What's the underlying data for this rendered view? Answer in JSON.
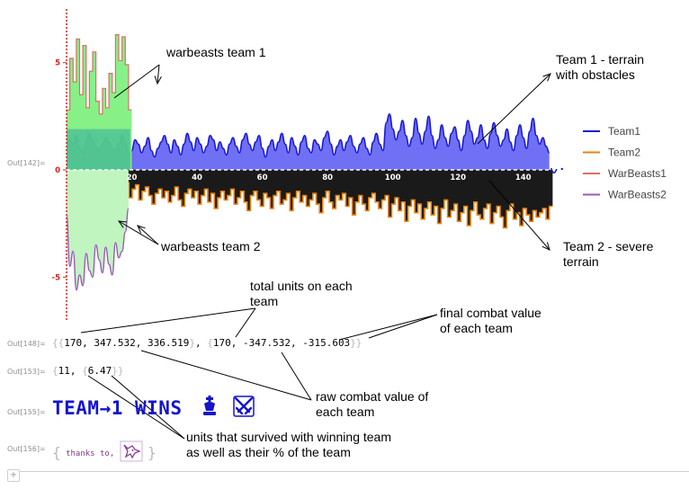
{
  "out_labels": [
    "Out[142]=",
    "Out[148]=",
    "Out[153]=",
    "Out[155]=",
    "Out[156]="
  ],
  "out148": {
    "group1": [
      "170",
      "347.532",
      "336.519"
    ],
    "group2": [
      "170",
      "-347.532",
      "-315.603"
    ]
  },
  "out153": {
    "count": "11",
    "percent": "6.47"
  },
  "out155": {
    "text": "TEAM→1 WINS"
  },
  "out156": {
    "text": "thanks to,"
  },
  "annotations": {
    "warbeasts1": "warbeasts team 1",
    "team1_terrain": [
      "Team 1 - terrain",
      "with obstacles"
    ],
    "warbeasts2": "warbeasts team 2",
    "team2_terrain": [
      "Team 2 - severe",
      "terrain"
    ],
    "total_units": [
      "total units on each",
      "team"
    ],
    "final_combat": [
      "final combat value",
      "of each team"
    ],
    "raw_combat": [
      "raw combat value of",
      "each team"
    ],
    "survived": [
      "units that survived with winning team",
      "as well as their % of the team"
    ]
  },
  "colors": {
    "team1": "#1a1ad6",
    "team2": "#e8830a",
    "warbeasts1": "#e46a6a",
    "warbeasts2": "#9b59b6",
    "team1_fill": "#7070f5",
    "team2_fill": "#1a1a1a",
    "wb1_fill": "#7df07d",
    "wb2_fill": "#c0f5c0",
    "wins_text": "#1414cc"
  },
  "chart_data": {
    "type": "area",
    "xlim": [
      0,
      150
    ],
    "ylim": [
      -7,
      7.5
    ],
    "x_ticks": [
      20,
      40,
      60,
      80,
      100,
      120,
      140
    ],
    "y_ticks": [
      5,
      0,
      -5
    ],
    "legend_position": "right",
    "grid": false,
    "series": [
      {
        "name": "Team1",
        "x_range": [
          0,
          148
        ],
        "baseline": 0,
        "values": [
          1.1,
          1.4,
          1.2,
          1.6,
          1.0,
          0.8,
          1.3,
          1.7,
          1.4,
          1.1,
          0.9,
          1.2,
          1.5,
          1.3,
          1.0,
          0.9,
          1.2,
          1.6,
          1.3,
          0.7,
          0.9,
          1.4,
          1.2,
          0.8,
          1.1,
          1.5,
          0.9,
          0.6,
          1.0,
          1.3,
          1.6,
          1.2,
          0.8,
          1.4,
          1.1,
          0.7,
          1.2,
          1.7,
          1.3,
          0.9,
          1.5,
          1.2,
          0.8,
          1.1,
          1.6,
          1.4,
          0.9,
          1.3,
          1.0,
          0.7,
          1.2,
          1.5,
          1.1,
          0.8,
          1.4,
          1.7,
          1.2,
          0.9,
          1.3,
          1.6,
          1.0,
          0.6,
          1.1,
          1.4,
          0.9,
          1.3,
          1.7,
          1.2,
          0.8,
          1.5,
          1.1,
          0.7,
          1.3,
          1.6,
          1.0,
          0.8,
          1.4,
          1.2,
          0.9,
          1.5,
          1.8,
          1.2,
          0.7,
          1.1,
          1.4,
          0.9,
          1.3,
          1.6,
          1.1,
          0.8,
          1.2,
          1.5,
          1.0,
          0.7,
          1.3,
          1.7,
          1.2,
          0.9,
          2.2,
          2.6,
          1.9,
          1.4,
          1.8,
          2.3,
          1.6,
          1.1,
          1.5,
          2.4,
          1.7,
          1.2,
          1.8,
          2.5,
          1.6,
          1.0,
          1.4,
          2.1,
          1.5,
          1.1,
          1.7,
          2.0,
          1.4,
          0.9,
          1.6,
          2.3,
          1.8,
          1.2,
          1.5,
          2.1,
          1.4,
          1.0,
          1.7,
          2.2,
          1.6,
          1.1,
          1.4,
          1.9,
          1.3,
          0.9,
          1.6,
          2.1,
          1.5,
          1.0,
          1.8,
          2.4,
          1.6,
          1.2,
          1.5,
          1.1,
          0.8
        ]
      },
      {
        "name": "Team2",
        "x_range": [
          0,
          148
        ],
        "baseline": 0,
        "step": true,
        "values": [
          -0.4,
          -0.7,
          -0.5,
          -0.9,
          -0.6,
          -0.4,
          -0.8,
          -1.0,
          -0.7,
          -0.5,
          -0.9,
          -1.2,
          -0.8,
          -0.6,
          -1.0,
          -0.7,
          -1.1,
          -0.9,
          -0.6,
          -1.3,
          -0.9,
          -0.7,
          -1.4,
          -1.0,
          -0.8,
          -1.2,
          -1.6,
          -1.1,
          -0.9,
          -1.3,
          -1.0,
          -1.5,
          -1.2,
          -0.8,
          -1.4,
          -1.7,
          -1.1,
          -0.9,
          -1.3,
          -1.0,
          -1.6,
          -1.2,
          -0.9,
          -1.5,
          -1.1,
          -1.8,
          -1.3,
          -1.0,
          -1.4,
          -1.2,
          -0.9,
          -1.6,
          -1.3,
          -1.0,
          -1.5,
          -1.9,
          -1.2,
          -1.0,
          -1.4,
          -1.7,
          -1.1,
          -1.3,
          -1.8,
          -1.2,
          -1.0,
          -1.6,
          -1.4,
          -1.1,
          -1.9,
          -1.3,
          -1.0,
          -1.5,
          -1.2,
          -1.7,
          -1.4,
          -1.1,
          -1.6,
          -2.0,
          -1.3,
          -1.0,
          -1.5,
          -1.8,
          -1.2,
          -1.4,
          -1.1,
          -1.7,
          -1.3,
          -2.1,
          -1.5,
          -1.2,
          -1.6,
          -1.9,
          -1.3,
          -1.1,
          -1.5,
          -1.8,
          -1.4,
          -1.2,
          -2.2,
          -1.6,
          -1.3,
          -1.9,
          -1.5,
          -2.4,
          -1.7,
          -1.4,
          -2.0,
          -1.6,
          -2.3,
          -1.8,
          -1.5,
          -2.1,
          -1.7,
          -2.5,
          -1.8,
          -1.4,
          -2.2,
          -1.9,
          -1.6,
          -2.4,
          -2.0,
          -1.7,
          -2.6,
          -1.9,
          -1.5,
          -2.1,
          -2.3,
          -1.8,
          -1.6,
          -2.5,
          -2.0,
          -1.7,
          -2.2,
          -2.7,
          -1.9,
          -1.6,
          -2.3,
          -2.0,
          -2.6,
          -1.8,
          -2.1,
          -2.4,
          -1.9,
          -2.2,
          -2.0,
          -1.8,
          -2.3,
          -1.7
        ]
      },
      {
        "name": "WarBeasts1",
        "x_range": [
          0,
          19
        ],
        "baseline": 0,
        "step": true,
        "values": [
          2.8,
          5.2,
          4.1,
          6.1,
          3.5,
          5.8,
          2.9,
          4.6,
          5.5,
          3.2,
          2.6,
          3.8,
          2.9,
          4.5,
          3.6,
          6.3,
          5.1,
          6.2,
          4.9,
          2.8
        ]
      },
      {
        "name": "WarBeasts2",
        "x_range": [
          0,
          19
        ],
        "baseline": 0,
        "values": [
          -2.1,
          -4.5,
          -3.8,
          -5.6,
          -4.9,
          -5.4,
          -3.9,
          -4.7,
          -5.0,
          -3.5,
          -4.2,
          -4.8,
          -3.6,
          -4.4,
          -4.9,
          -3.4,
          -4.1,
          -3.8,
          -2.9,
          -1.8
        ]
      }
    ]
  }
}
